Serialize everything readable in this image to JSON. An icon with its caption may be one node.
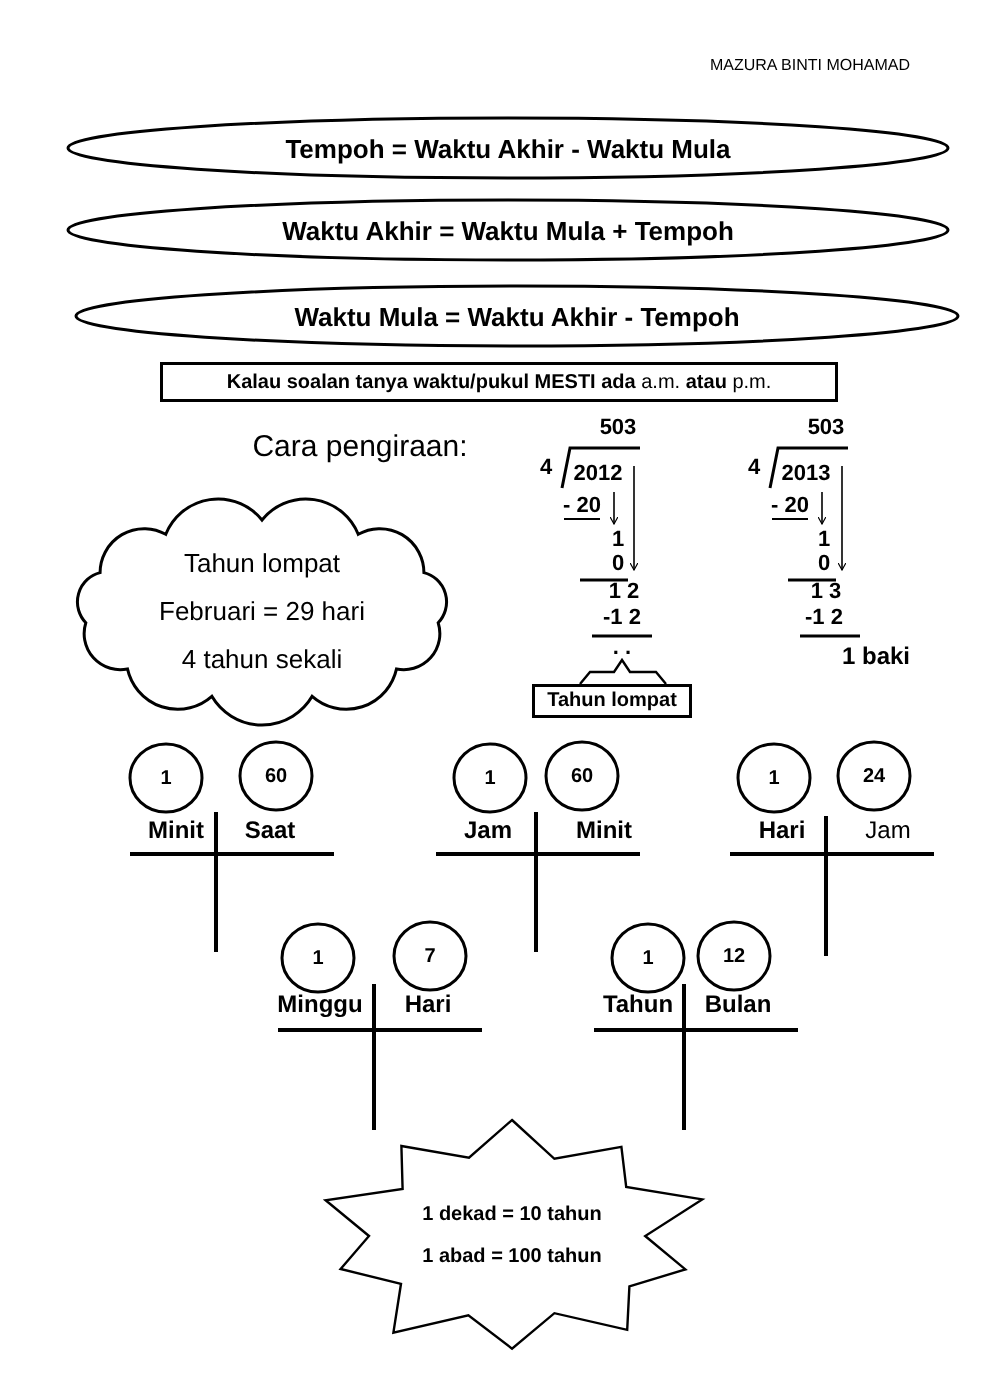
{
  "diagram": {
    "nodes": [
      {
        "text": [
          "Tempoh = Waktu Akhir - Waktu Mula"
        ]
      },
      {
        "text": [
          "Waktu Akhir = Waktu Mula + Tempoh"
        ]
      },
      {
        "text": [
          "Waktu Mula = Waktu Akhir - Tempoh"
        ]
      },
      {
        "text": [
          "**Kalau soalan tanya waktu/pukul MESTI ada** a.m. **atau** p.m."
        ]
      },
      {
        "text": [
          "Tahun lompat",
          "Februari = 29 hari",
          "4 tahun sekali"
        ]
      },
      {
        "text": [
          "Tahun lompat"
        ]
      },
      {
        "text": [
          "1"
        ]
      },
      {
        "text": [
          "60"
        ]
      },
      {
        "text": [
          "1"
        ]
      },
      {
        "text": [
          "60"
        ]
      },
      {
        "text": [
          "1"
        ]
      },
      {
        "text": [
          "24"
        ]
      },
      {
        "text": [
          "1"
        ]
      },
      {
        "text": [
          "7"
        ]
      },
      {
        "text": [
          "1"
        ]
      },
      {
        "text": [
          "12"
        ]
      },
      {
        "text": [
          "1 dekad = 10 tahun",
          "1 abad = 100 tahun"
        ]
      }
    ],
    "labels": [
      "MAZURA BINTI MOHAMAD",
      "Cara pengiraan:",
      "503",
      "4",
      "2012",
      "- 20",
      "1",
      "0",
      "1 2",
      "-1 2",
      ". .",
      "503",
      "4",
      "2013",
      "- 20",
      "1",
      "0",
      "1 3",
      "-1 2",
      "1 baki",
      "Minit",
      "Saat",
      "Jam",
      "Minit",
      "Hari",
      "Jam",
      "Minggu",
      "Hari",
      "Tahun",
      "Bulan"
    ]
  }
}
